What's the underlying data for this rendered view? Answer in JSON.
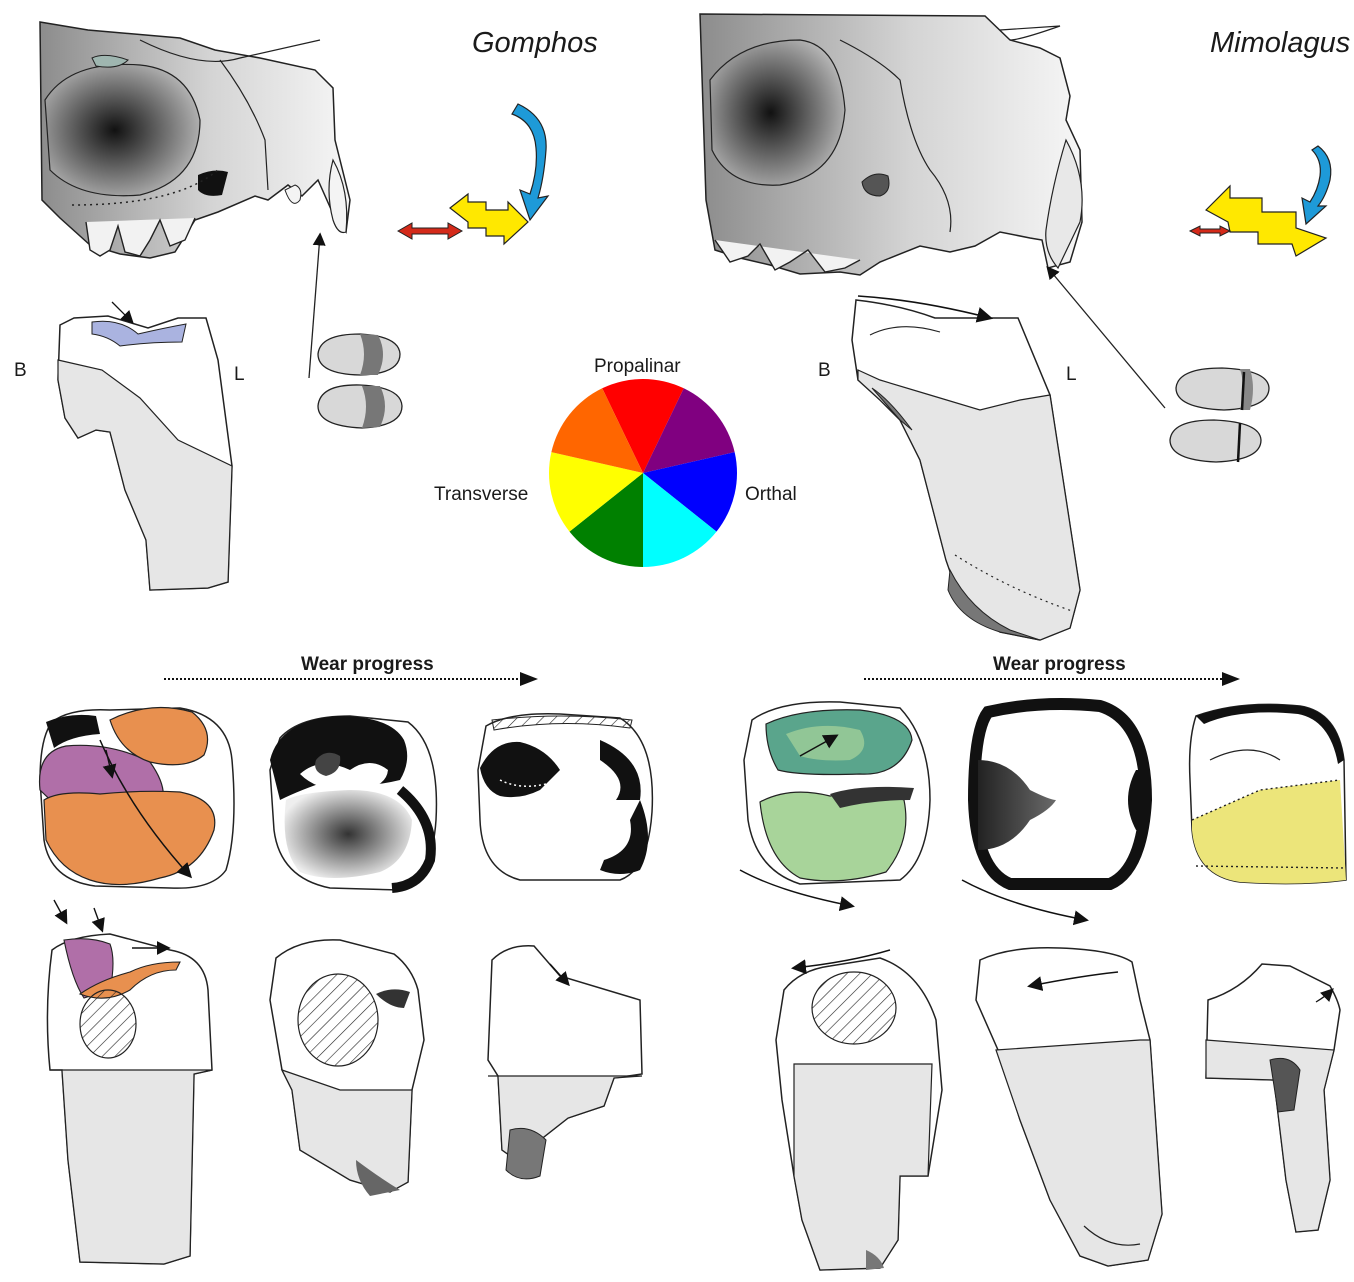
{
  "taxa": {
    "left": "Gomphos",
    "right": "Mimolagus"
  },
  "side_labels": {
    "left_b": "B",
    "left_l": "L",
    "right_b": "B",
    "right_l": "L"
  },
  "wheel": {
    "top": "Propalinar",
    "left": "Transverse",
    "right": "Orthal",
    "sector_colors": [
      "#ff0000",
      "#800080",
      "#0000ff",
      "#00ffff",
      "#008000",
      "#ffff00",
      "#ff6600"
    ]
  },
  "wear": {
    "left": "Wear progress",
    "right": "Wear progress"
  },
  "colors": {
    "enamel": "#000000",
    "root": "#e6e6e6",
    "lilac_facet": "#aab3e0",
    "purple_facet": "#b06fa8",
    "orange_facet": "#e8904f",
    "green_dark_facet": "#5aa58c",
    "green_light_facet": "#a8d49a",
    "yellow_facet": "#ece57a",
    "blue_arrow": "#1e9ad8",
    "yellow_arrow": "#ffe800",
    "red_arrow": "#d42a1a"
  }
}
